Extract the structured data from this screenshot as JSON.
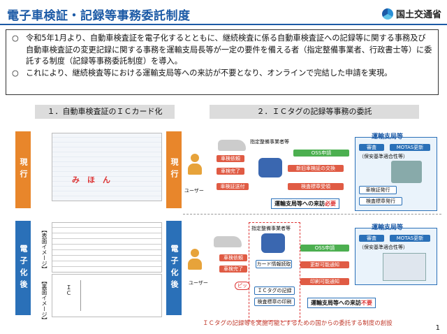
{
  "title": "電子車検証・記録等事務委託制度",
  "logo": "国土交通省",
  "summary": {
    "bullets": [
      {
        "mark": "○",
        "text": "令和5年1月より、自動車検査証を電子化するとともに、継続検査に係る自動車検査証への記録等に関する事務及び自動車検査証の変更記録に関する事務を運輸支局長等が一定の要件を備える者（指定整備事業者、行政書士等）に委託する制度（記録等事務委託制度）を導入。"
      },
      {
        "mark": "○",
        "text": "これにより、継続検査等における運輸支局等への来訪が不要となり、オンラインで完結した申請を実現。"
      }
    ]
  },
  "sections": {
    "left": "１．自動車検査証のＩＣカード化",
    "right": "２．ＩＣタグの記録等事務の委託"
  },
  "rows": {
    "current": "現行",
    "future": "電子化後"
  },
  "left_panel": {
    "mihon": "み　ほ　ん",
    "front_label": "【表面イメージ】",
    "back_label": "【裏面イメージ】",
    "ic_label": "ＩＣ"
  },
  "right_current": {
    "designated": "指定整備事業者等",
    "user": "ユーザー",
    "req_inspection": "車検依頼",
    "inspection_done": "車検完了",
    "cert_sent": "車検証送付",
    "bureau": "運輸支局等",
    "review": "審査",
    "motas": "MOTAS更新",
    "note": "（保安基準適合性等）",
    "oss": "OSS申請",
    "exchange": "新旧車検証の交換",
    "sticker_recv": "検査標章受領",
    "issue_cert": "車検証発行",
    "issue_sticker": "検査標章発行",
    "visit": "運輸支局等への来訪",
    "visit_need": "必要"
  },
  "right_future": {
    "designated": "指定整備事業者等",
    "user": "ユーザー",
    "req_inspection": "車検依頼",
    "inspection_done": "車検完了",
    "card_read": "カード情報読取",
    "beep": "ピッ",
    "ic_record": "ＩＣタグの記録",
    "sticker_print": "検査標章の印刷",
    "bureau": "運輸支局等",
    "review": "審査",
    "motas": "MOTAS更新",
    "note": "（保安基準適合性等）",
    "oss": "OSS申請",
    "renew_notice": "更新可能通知",
    "print_notice": "印刷可能通知",
    "visit": "運輸支局等への来訪",
    "visit_none": "不要"
  },
  "footer_note": "ＩＣタグの記録等を実施可能とするための国からの委託する制度の創設",
  "page_number": "1",
  "colors": {
    "accent": "#1c5aa6",
    "current": "#e8862b",
    "future": "#2a70b8",
    "alert": "#e05b44",
    "ok": "#4caf50"
  }
}
